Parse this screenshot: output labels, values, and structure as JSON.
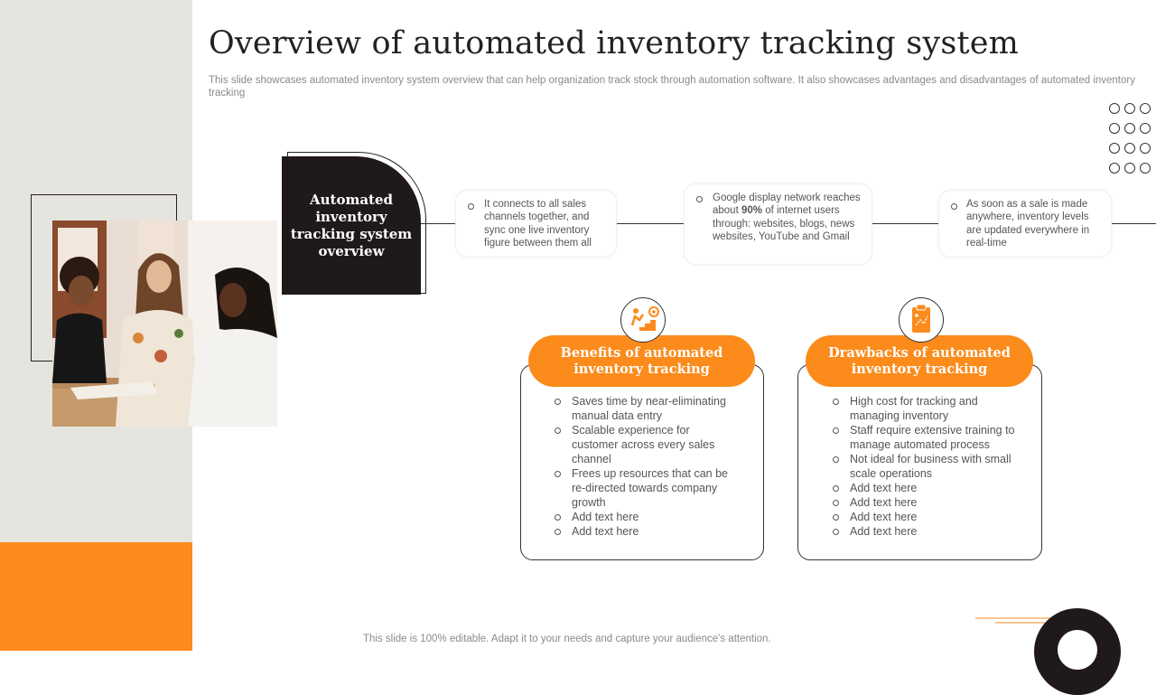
{
  "title": "Overview of automated inventory tracking system",
  "subtitle": "This slide showcases automated inventory system overview that can help organization track stock through automation software. It also showcases advantages and disadvantages of automated inventory tracking",
  "overview": {
    "label": "Automated inventory tracking system overview"
  },
  "cards": [
    {
      "text": "It connects to all sales channels together, and sync one live inventory figure between them all"
    },
    {
      "text_before": "Google display network reaches about ",
      "text_bold": "90%",
      "text_after": " of internet users through: websites, blogs, news websites, YouTube and Gmail"
    },
    {
      "text": "As soon as a sale is made anywhere, inventory levels are updated everywhere in real-time"
    }
  ],
  "benefits": {
    "heading": "Benefits of automated inventory tracking",
    "icon": "growth-stairs-icon",
    "items": [
      "Saves time by near-eliminating manual data entry",
      "Scalable experience for customer across every sales channel",
      "Frees up resources that can be re-directed towards company growth",
      "Add text here",
      "Add text here"
    ]
  },
  "drawbacks": {
    "heading": "Drawbacks of automated inventory tracking",
    "icon": "clipboard-strategy-icon",
    "items": [
      "High cost for tracking and managing inventory",
      "Staff require extensive training to manage automated process",
      "Not ideal for business with small scale operations",
      "Add text here",
      "Add text here",
      "Add text here",
      "Add text here"
    ]
  },
  "footer": "This slide is 100% editable. Adapt it to your needs and capture your audience's attention.",
  "colors": {
    "accent": "#fb8b1b",
    "dark": "#1f1a19",
    "panel": "#e6e4df"
  }
}
